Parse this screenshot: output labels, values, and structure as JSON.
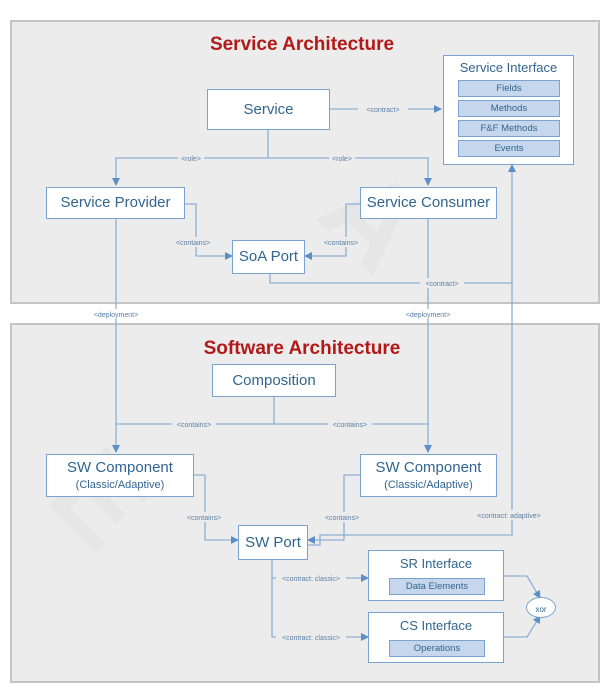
{
  "colors": {
    "panel_bg": "#ececec",
    "box_border": "#7aa3cf",
    "box_text": "#31658f",
    "title_red": "#b21a1a",
    "cell_bg": "#c6d6ec",
    "line": "#8eb0d6"
  },
  "service_arch": {
    "title": "Service Architecture",
    "service": "Service",
    "provider": "Service Provider",
    "consumer": "Service Consumer",
    "soa_port": "SoA Port",
    "interface": {
      "title": "Service Interface",
      "items": [
        "Fields",
        "Methods",
        "F&F Methods",
        "Events"
      ]
    }
  },
  "software_arch": {
    "title": "Software Architecture",
    "composition": "Composition",
    "component_left": {
      "label": "SW Component",
      "sub": "(Classic/Adaptive)"
    },
    "component_right": {
      "label": "SW Component",
      "sub": "(Classic/Adaptive)"
    },
    "sw_port": "SW Port",
    "sr_interface": {
      "title": "SR Interface",
      "item": "Data Elements"
    },
    "cs_interface": {
      "title": "CS Interface",
      "item": "Operations"
    },
    "xor": "xor"
  },
  "connectors": {
    "contract": "<contract>",
    "role_left": "<role>",
    "role_right": "<role>",
    "contains_provider": "<contains>",
    "contains_consumer": "<contains>",
    "soa_contract": "<contract>",
    "deployment_left": "<deployment>",
    "deployment_right": "<deployment>",
    "contains_comp_left": "<contains>",
    "contains_comp_right": "<contains>",
    "contains_sw_left": "<contains>",
    "contains_sw_right": "<contains>",
    "contract_adaptive": "<contract: adaptive>",
    "contract_classic_sr": "<contract: classic>",
    "contract_classic_cs": "<contract: classic>"
  }
}
